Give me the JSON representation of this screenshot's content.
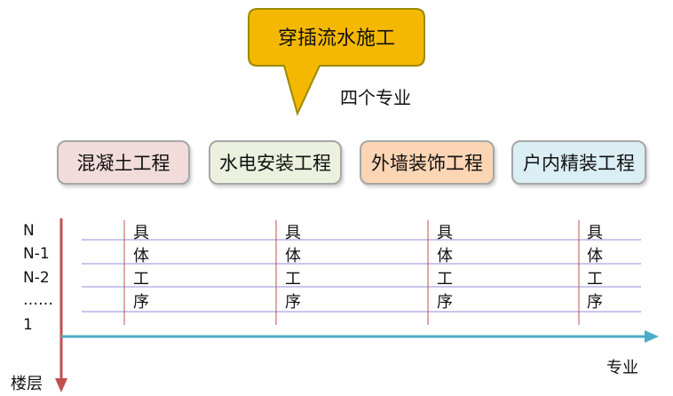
{
  "callout": {
    "title": "穿插流水施工",
    "fill": "#f5b800",
    "stroke": "#9a8a00"
  },
  "subtitle": "四个专业",
  "specialties": [
    {
      "label": "混凝土工程",
      "fill": "#f2dcdb",
      "border": "#a6a6a6"
    },
    {
      "label": "水电安装工程",
      "fill": "#ebf1de",
      "border": "#a6a6a6"
    },
    {
      "label": "外墙装饰工程",
      "fill": "#fcd5b4",
      "border": "#a6a6a6"
    },
    {
      "label": "户内精装工程",
      "fill": "#daeef3",
      "border": "#a6a6a6"
    }
  ],
  "floors": [
    "N",
    "N-1",
    "N-2",
    "……",
    "1"
  ],
  "process_chars": [
    "具",
    "体",
    "工",
    "序"
  ],
  "axes": {
    "x_label": "专业",
    "y_label": "楼层",
    "x_color": "#4bacc6",
    "y_color": "#c0504d"
  },
  "grid": {
    "line_color": "#8e8cd8",
    "divider_color": "#c0504d"
  }
}
